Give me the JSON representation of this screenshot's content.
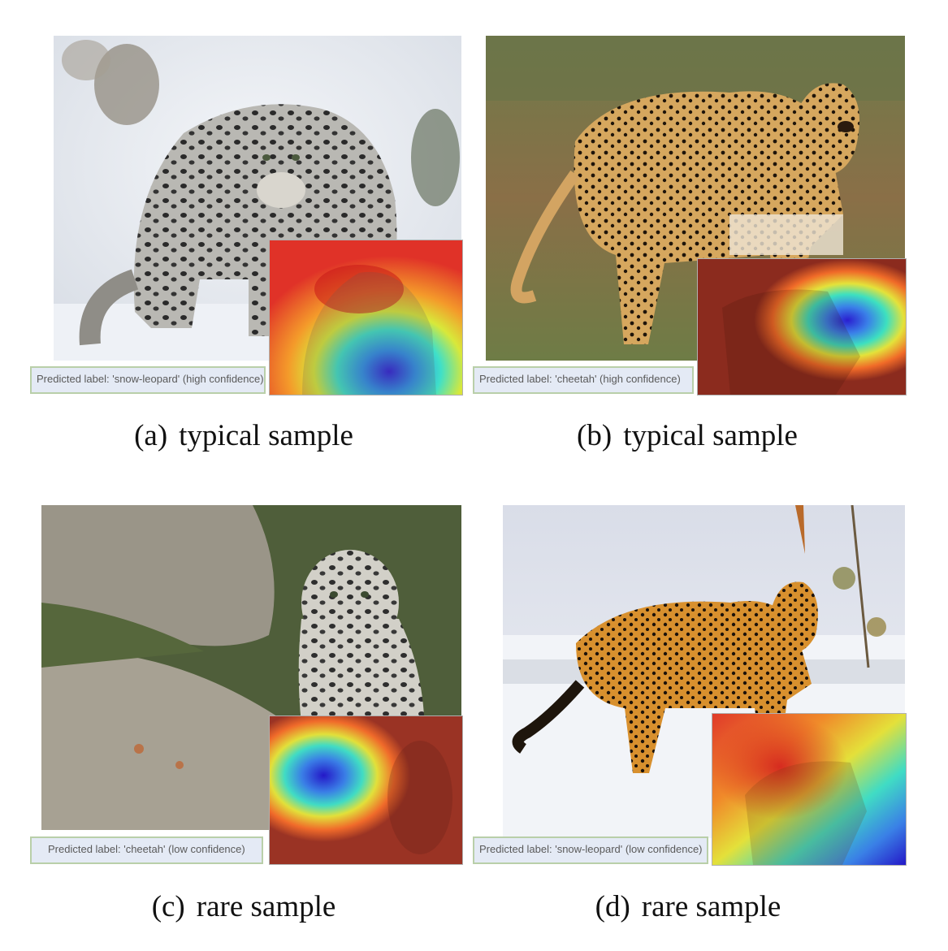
{
  "panels": [
    {
      "tag": "(a)",
      "caption": "typical sample",
      "predicted": "Predicted label: 'snow-leopard' (high confidence)",
      "animal": "snow-leopard"
    },
    {
      "tag": "(b)",
      "caption": "typical sample",
      "predicted": "Predicted label: 'cheetah' (high confidence)",
      "animal": "cheetah"
    },
    {
      "tag": "(c)",
      "caption": "rare sample",
      "predicted": "Predicted label: 'cheetah' (low confidence)",
      "animal": "snow-leopard"
    },
    {
      "tag": "(d)",
      "caption": "rare sample",
      "predicted": "Predicted label: 'snow-leopard' (low confidence)",
      "animal": "cheetah"
    }
  ]
}
